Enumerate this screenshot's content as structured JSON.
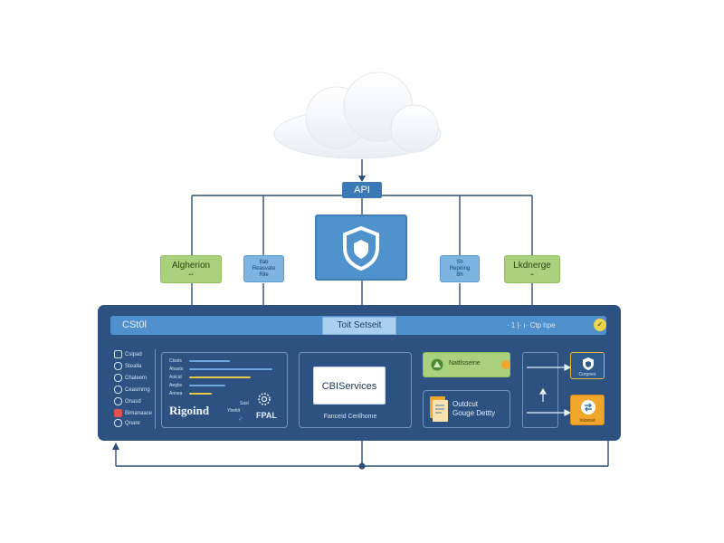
{
  "api": {
    "label": "API"
  },
  "nodes": {
    "left_green": {
      "title": "Algherion"
    },
    "left_blue": {
      "line1": "Ifab",
      "line2": "Reasvate",
      "line3": "Rile"
    },
    "right_blue": {
      "line1": "Sh",
      "line2": "Repiring",
      "line3": "Bh"
    },
    "right_green": {
      "title": "Lkdnerge"
    }
  },
  "panel": {
    "title": "CSt0l",
    "search_label": "Toit Setseit",
    "right_text": "· 1 |· ı·  Ctp hpe",
    "badge": "✓",
    "sidebar": [
      {
        "label": "Csipad",
        "icon": "dashboard-icon"
      },
      {
        "label": "Stealla",
        "icon": "gear-icon"
      },
      {
        "label": "Chaleem",
        "icon": "user-icon"
      },
      {
        "label": "Ceasmrng",
        "icon": "settings-icon"
      },
      {
        "label": "Onasd",
        "icon": "settings-icon"
      },
      {
        "label": "Bimanaace",
        "icon": "alert-icon"
      },
      {
        "label": "Qnare",
        "icon": "settings-icon"
      }
    ],
    "metrics": {
      "rows": [
        {
          "label": "Ctsols",
          "fraction": 0.45
        },
        {
          "label": "Ahasts",
          "fraction": 0.92
        },
        {
          "label": "Aolcid",
          "fraction": 0.68
        },
        {
          "label": "Aegbs",
          "fraction": 0.4
        },
        {
          "label": "Annea",
          "fraction": 0.25
        }
      ],
      "big_label": "Rigoind",
      "small_1": "Sasl",
      "small_2": "Ybettit",
      "check": "✓",
      "value": "FPAL"
    },
    "service": {
      "label": "CBIServices",
      "sublabel": "Fanceid Cerilhome"
    },
    "green_card": {
      "label": "Nattlsseine"
    },
    "output": {
      "line1": "Outdcut",
      "line2": "Gouge Dettty"
    },
    "tiles": {
      "blue_label": "Corpnex",
      "orange_label": "Inicecet"
    }
  },
  "colors": {
    "panel": "#2d5281",
    "accent_blue": "#4f8fcc",
    "green": "#a9d07c",
    "orange": "#f1a62c"
  }
}
